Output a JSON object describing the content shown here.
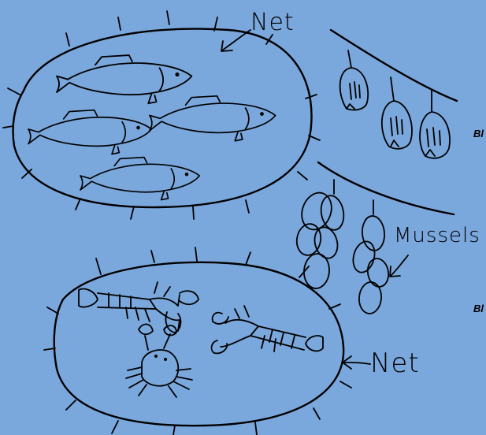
{
  "labels": {
    "net_top": "Net",
    "net_bottom": "Net",
    "mussels": "Mussels",
    "edge_top": "Bl",
    "edge_bottom": "Bl"
  },
  "colors": {
    "background": "#7aa7dc",
    "ink": "#000000"
  }
}
